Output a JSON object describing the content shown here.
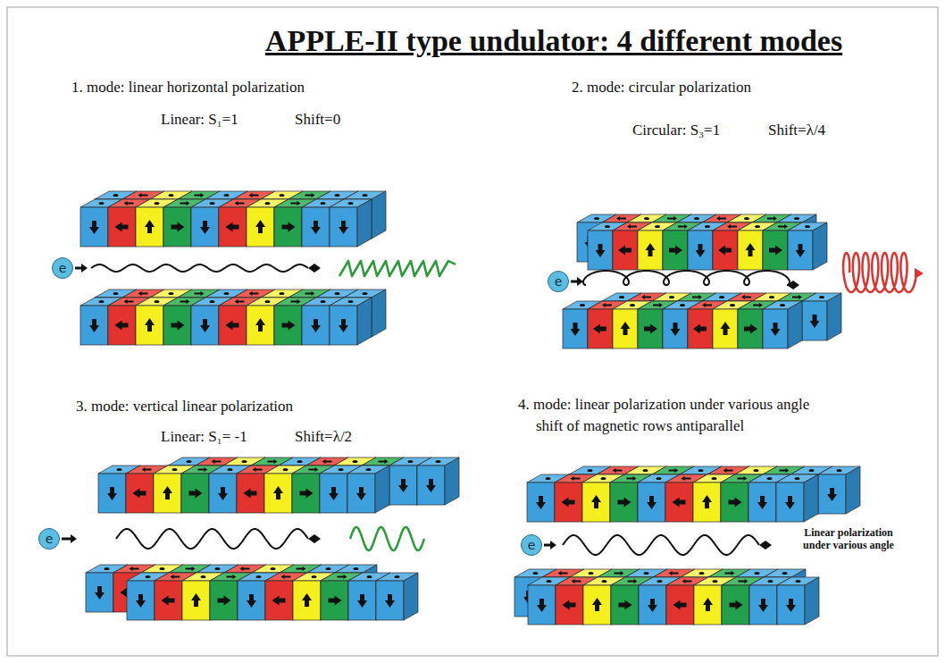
{
  "diagram": {
    "title": "APPLE-II type undulator: 4 different modes",
    "nodes": [
      {
        "text": [
          "e"
        ]
      },
      {
        "text": [
          "e"
        ]
      },
      {
        "text": [
          "e"
        ]
      },
      {
        "text": [
          "e"
        ]
      }
    ],
    "labels": [
      "1. mode: linear horizontal polarization",
      "Linear: S₁=1",
      "Shift=0",
      "2. mode: circular polarization",
      "Circular: S₃=1",
      "Shift=λ/4",
      "3. mode: vertical linear polarization",
      "Linear: S₁= -1",
      "Shift=λ/2",
      "4. mode: linear polarization under various angle",
      "shift of magnetic rows antiparallel",
      "Linear polarization under various angle"
    ]
  }
}
